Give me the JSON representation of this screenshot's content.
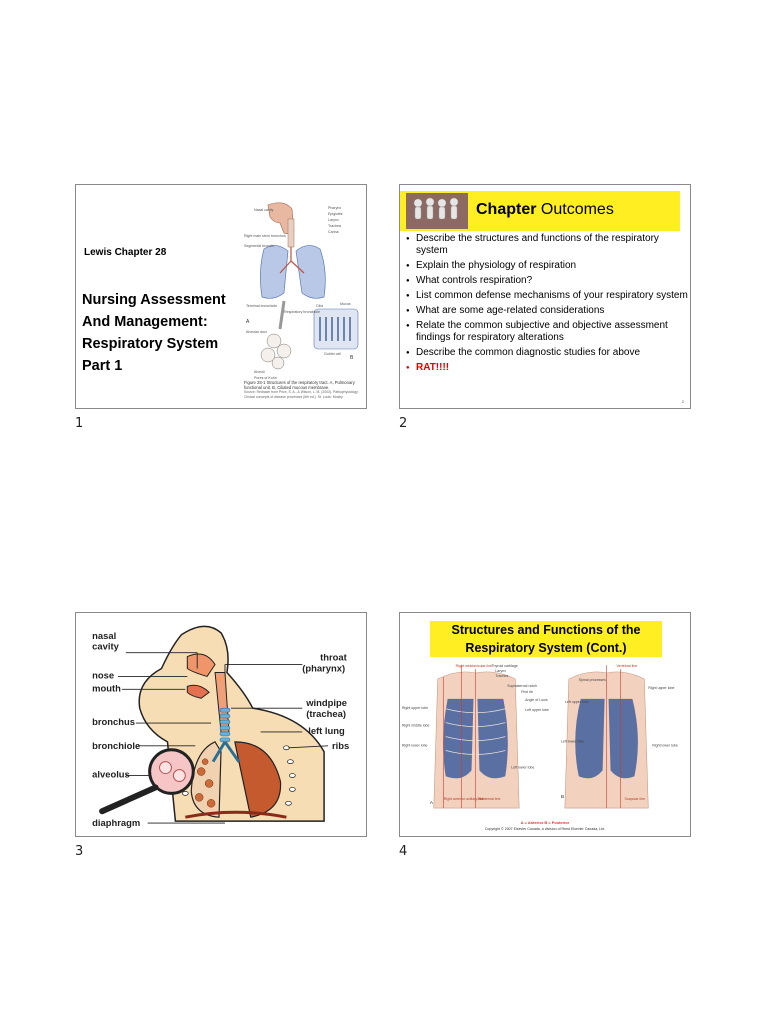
{
  "slides": {
    "s1": {
      "chapter": "Lewis Chapter 28",
      "title_lines": [
        "Nursing Assessment",
        "And Management:",
        "Respiratory System",
        "Part 1"
      ],
      "figure_labels": {
        "nasal": "Nasal cavity",
        "pharynx": "Pharynx",
        "epiglottis": "Epiglottis",
        "larynx": "Larynx",
        "trachea": "Trachea",
        "carina": "Carina",
        "rmb": "Right main stem bronchus",
        "seg": "Segmental bronchi",
        "term": "Terminal bronchiole",
        "resp": "Respiratory bronchiole",
        "alv_duct": "Alveolar duct",
        "alveoli": "Alveoli",
        "kohn": "Pores of Kohn",
        "mucus": "Mucus",
        "cilia": "Cilia",
        "goblet": "Goblet cell",
        "a": "A",
        "b": "B"
      },
      "caption": "Figure 28-1 Structures of the respiratory tract. A, Pulmonary functional unit. B, Ciliated mucous membrane.",
      "caption_source": "Source: Redrawn from Price, S. A., & Wilson, L. M. (2003). Pathophysiology: Clinical concepts of disease processes (6th ed.). St. Louis: Mosby."
    },
    "s2": {
      "title_bold": "Chapter",
      "title_rest": " Outcomes",
      "bullets": [
        "Describe the structures and functions of the respiratory system",
        "Explain the physiology of respiration",
        "What controls respiration?",
        "List common defense mechanisms of your respiratory system",
        "What are some age-related considerations",
        "Relate the common subjective and objective assessment findings for respiratory alterations",
        "Describe the common diagnostic studies for above"
      ],
      "red_bullet": "RAT!!!!",
      "page": "2"
    },
    "s3": {
      "labels": {
        "nasal1": "nasal",
        "nasal2": "cavity",
        "nose": "nose",
        "mouth": "mouth",
        "bronchus": "bronchus",
        "bronchiole": "bronchiole",
        "alveolus": "alveolus",
        "diaphragm": "diaphragm",
        "throat1": "throat",
        "throat2": "(pharynx)",
        "windpipe1": "windpipe",
        "windpipe2": "(trachea)",
        "leftlung": "left lung",
        "ribs": "ribs"
      }
    },
    "s4": {
      "title_line1": "Structures and Functions of the",
      "title_line2": "Respiratory System (Cont.)",
      "fig_labels_a": {
        "rml": "Right midclavicular line",
        "thyroid": "Thyroid cartilage",
        "larynx": "Larynx",
        "trachea": "Trachea",
        "suprasternal": "Suprasternal notch",
        "firstrib": "First rib",
        "louis": "Angle of Louis",
        "lul": "Left upper lobe",
        "rul": "Right upper lobe",
        "rmid": "Right middle lobe",
        "rll": "Right lower lobe",
        "lll": "Left lower lobe",
        "raal": "Right anterior axillary line",
        "msl": "Midsternal line",
        "a": "A"
      },
      "fig_labels_b": {
        "vert": "Vertebral line",
        "spinal": "Spinal processes",
        "lul": "Left upper lobe",
        "rul": "Right upper lobe",
        "lll": "Left lower lobe",
        "rll": "Right lower lobe",
        "scap": "Scapular line",
        "b": "B"
      },
      "legend": "A = Anterior   B = Posterior",
      "copyright": "Copyright © 2007 Elsevier Canada, a division of Reed Elsevier Canada, Ltd."
    }
  },
  "page_numbers": [
    "1",
    "2",
    "3",
    "4"
  ],
  "colors": {
    "highlight": "#ffee22",
    "red_text": "#e00000",
    "lung_blue": "#5a78b4",
    "lung_brown": "#b8562e"
  }
}
